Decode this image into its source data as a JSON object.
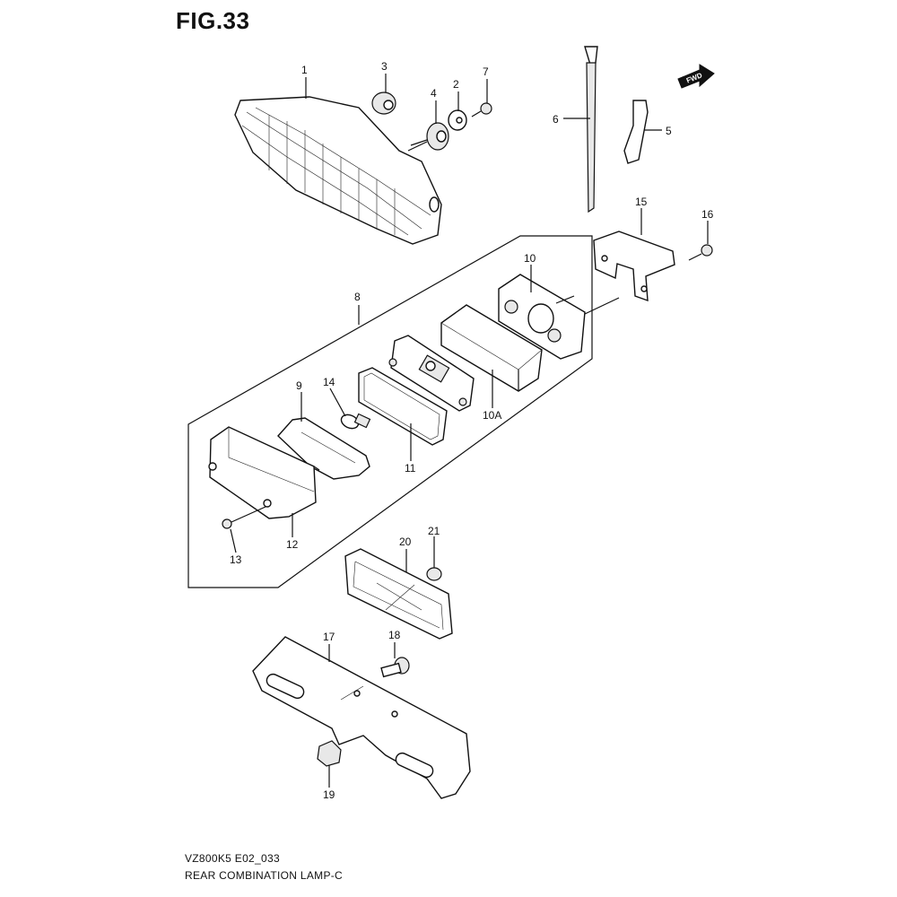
{
  "figure": {
    "title": "FIG.33",
    "code": "VZ800K5 E02_033",
    "name": "REAR COMBINATION LAMP-C"
  },
  "direction_badge": "FWD",
  "callouts": [
    {
      "id": "1",
      "label": "1"
    },
    {
      "id": "2",
      "label": "2"
    },
    {
      "id": "3",
      "label": "3"
    },
    {
      "id": "4",
      "label": "4"
    },
    {
      "id": "5",
      "label": "5"
    },
    {
      "id": "6",
      "label": "6"
    },
    {
      "id": "7",
      "label": "7"
    },
    {
      "id": "8",
      "label": "8"
    },
    {
      "id": "9",
      "label": "9"
    },
    {
      "id": "10",
      "label": "10"
    },
    {
      "id": "10A",
      "label": "10A"
    },
    {
      "id": "11",
      "label": "11"
    },
    {
      "id": "12",
      "label": "12"
    },
    {
      "id": "13",
      "label": "13"
    },
    {
      "id": "14",
      "label": "14"
    },
    {
      "id": "15",
      "label": "15"
    },
    {
      "id": "16",
      "label": "16"
    },
    {
      "id": "17",
      "label": "17"
    },
    {
      "id": "18",
      "label": "18"
    },
    {
      "id": "19",
      "label": "19"
    },
    {
      "id": "20",
      "label": "20"
    },
    {
      "id": "21",
      "label": "21"
    }
  ]
}
